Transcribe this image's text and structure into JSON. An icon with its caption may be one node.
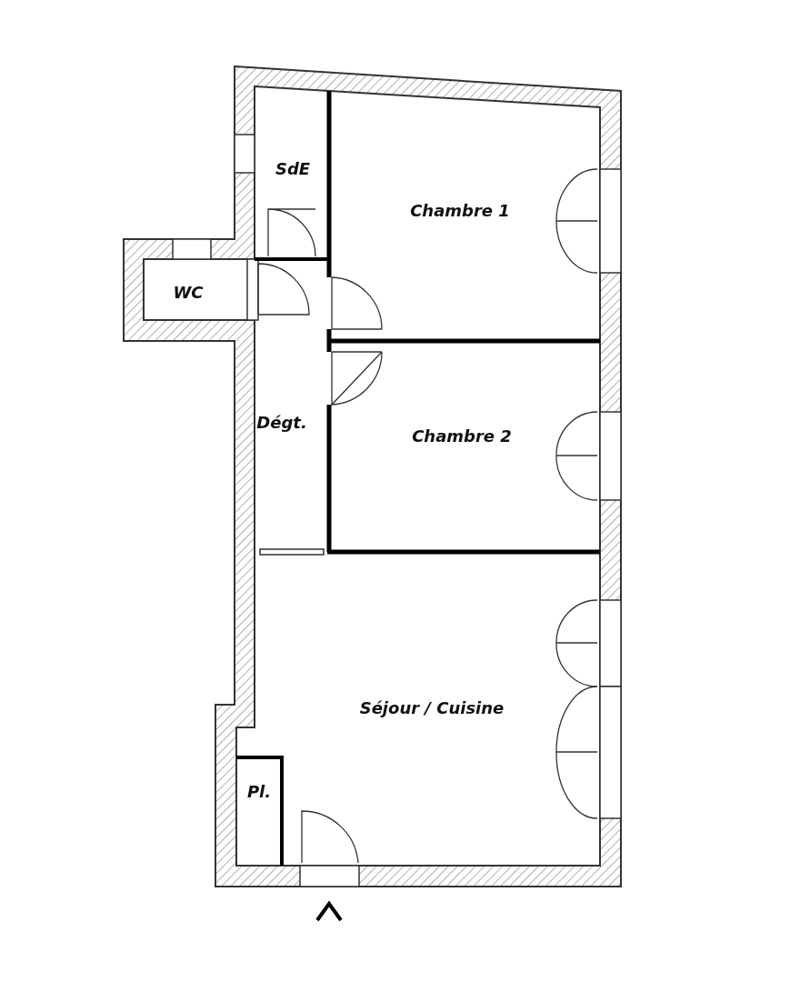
{
  "diagram": {
    "nodes": [
      {
        "text": [
          "SdE"
        ]
      },
      {
        "text": [
          "Chambre 1"
        ]
      },
      {
        "text": [
          "WC"
        ]
      },
      {
        "text": [
          "Dégt."
        ]
      },
      {
        "text": [
          "Chambre 2"
        ]
      },
      {
        "text": [
          "Séjour / Cuisine"
        ]
      },
      {
        "text": [
          "Pl."
        ]
      }
    ]
  }
}
